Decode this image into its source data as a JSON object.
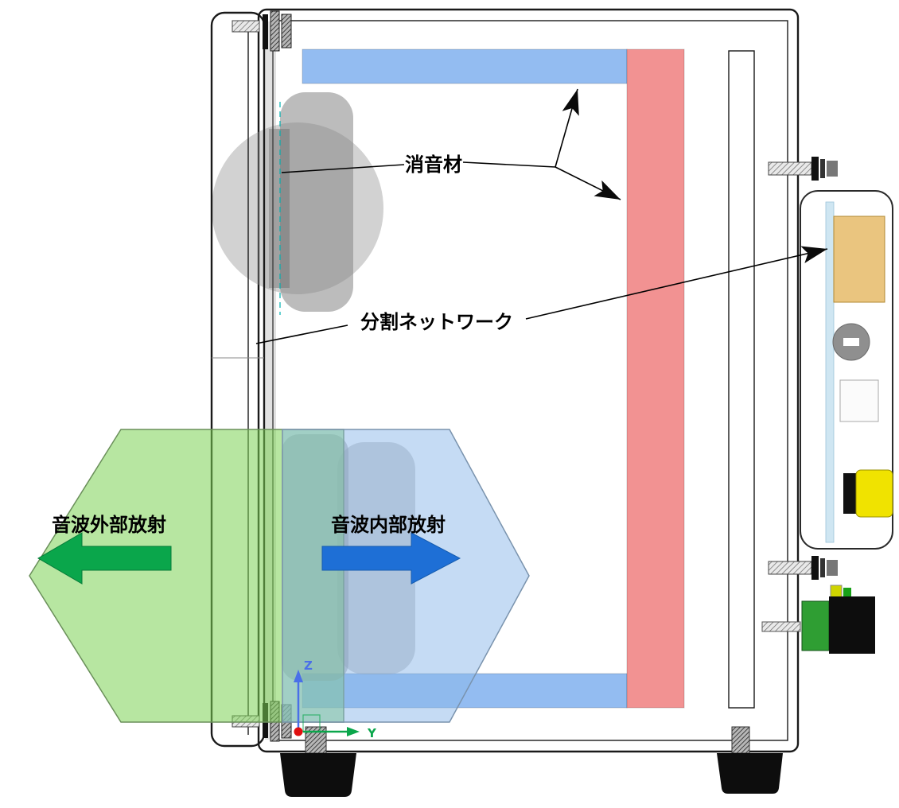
{
  "labels": {
    "absorber": "消音材",
    "crossover_network": "分割ネットワーク",
    "sound_external": "音波外部放射",
    "sound_internal": "音波内部放射"
  },
  "axis": {
    "z": "Z",
    "y": "Y"
  },
  "colors": {
    "absorber_blue": "#8db8f0",
    "absorber_red": "#f18c8c",
    "wave_external_fill": "#7bd253",
    "wave_external_arrow": "#0aa64b",
    "wave_internal_fill": "#8cb8ea",
    "wave_internal_arrow": "#1e6fd6",
    "component_tan": "#eac57f",
    "component_yellow": "#f0e300",
    "component_green": "#2f9e33",
    "component_knob": "#8f8f8f",
    "panel_strip_blue": "#cfe6f2",
    "axis_z_blue": "#4a6fe8",
    "axis_y_green": "#0aa64b",
    "origin_red": "#e01010",
    "driver_gray": "#8f8f8f",
    "line_black": "#1a1a1a"
  }
}
